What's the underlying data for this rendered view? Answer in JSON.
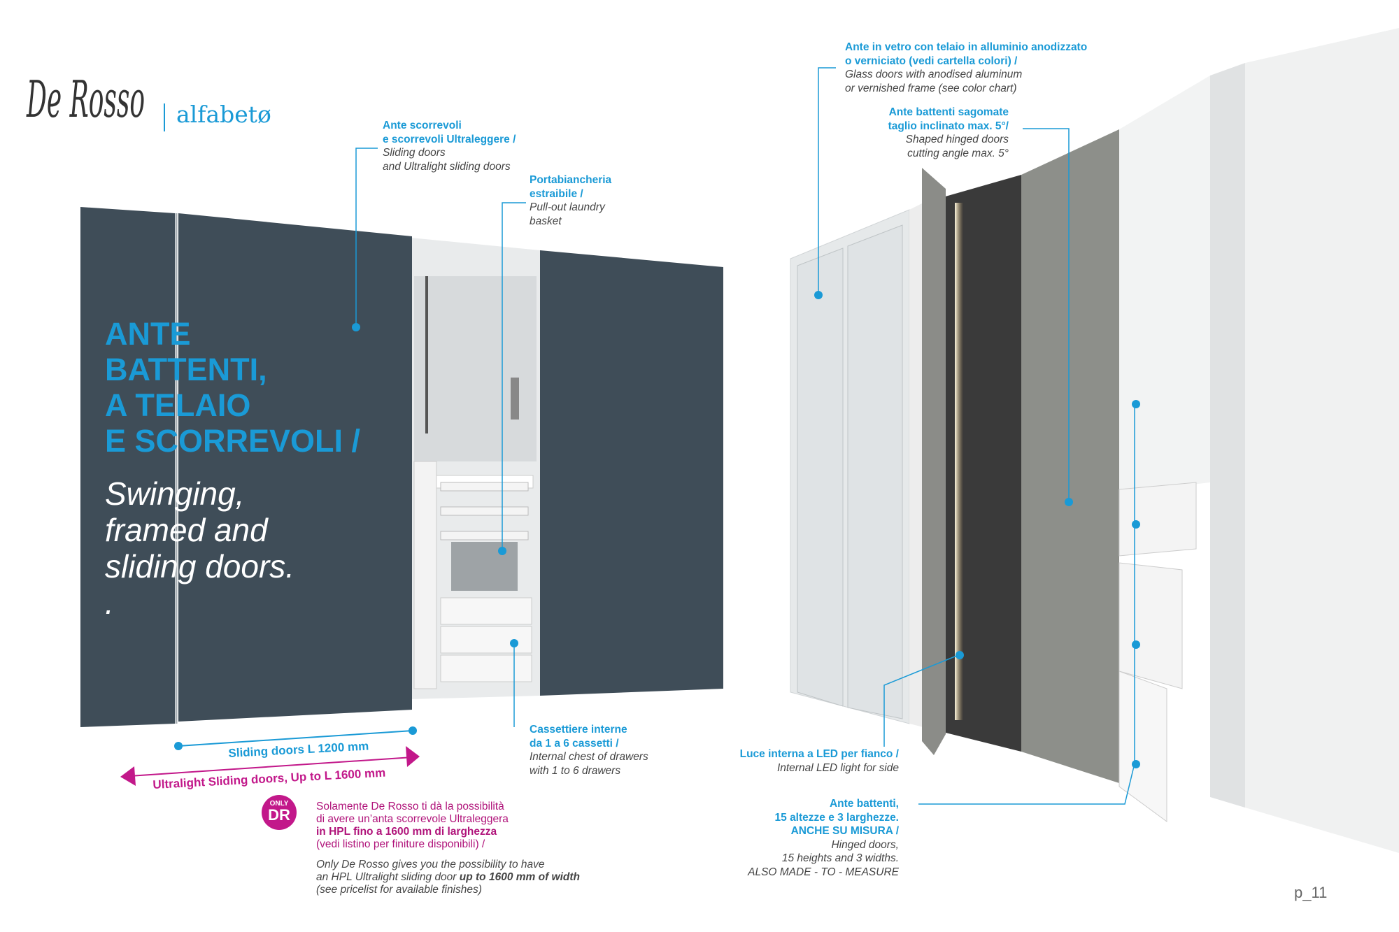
{
  "logo": {
    "script": "De Rosso",
    "brand": "alfabetø"
  },
  "title": {
    "lines": [
      "ANTE",
      "BATTENTI,",
      "A TELAIO",
      "E SCORREVOLI /"
    ],
    "sub": [
      "Swinging,",
      "framed and",
      "sliding doors.",
      "."
    ]
  },
  "annotations": {
    "sliding": {
      "it": [
        "Ante scorrevoli",
        "e scorrevoli Ultraleggere /"
      ],
      "en": [
        "Sliding doors",
        "and Ultralight sliding doors"
      ]
    },
    "basket": {
      "it": [
        "Portabiancheria",
        "estraibile /"
      ],
      "en": [
        "Pull-out laundry",
        "basket"
      ]
    },
    "drawers": {
      "it": [
        "Cassettiere interne",
        "da 1 a 6 cassetti /"
      ],
      "en": [
        "Internal chest of drawers",
        "with 1 to 6 drawers"
      ]
    },
    "glass": {
      "it": [
        "Ante in vetro con telaio in alluminio anodizzato",
        "o verniciato (vedi cartella colori) /"
      ],
      "en": [
        "Glass doors with anodised aluminum",
        "or vernished frame (see color chart)"
      ]
    },
    "shaped": {
      "it": [
        "Ante battenti sagomate",
        "taglio inclinato max. 5°/"
      ],
      "en": [
        "Shaped hinged doors",
        "cutting angle max. 5°"
      ]
    },
    "led": {
      "it": [
        "Luce interna a LED per fianco /"
      ],
      "en": [
        "Internal LED light for side"
      ]
    },
    "hinged": {
      "it": [
        "Ante battenti,",
        "15 altezze e 3 larghezze.",
        "ANCHE SU MISURA /"
      ],
      "en": [
        "Hinged doors,",
        "15 heights and 3 widths.",
        "ALSO MADE - TO - MEASURE"
      ]
    }
  },
  "dimensions": {
    "sliding": "Sliding doors L 1200 mm",
    "ultralight": "Ultralight Sliding doors, Up to L 1600 mm"
  },
  "only_dr": {
    "badge_small": "ONLY",
    "badge_large": "DR",
    "it": [
      "Solamente De Rosso ti dà la possibilità",
      "di avere un’anta scorrevole Ultraleggera"
    ],
    "it_bold": "in HPL fino a 1600 mm di larghezza",
    "it_end": "(vedi listino per finiture disponibili) /",
    "en_1": "Only De Rosso gives you the possibility to have",
    "en_2a": "an HPL Ultralight sliding door ",
    "en_2b": "up to 1600 mm of width",
    "en_3": "(see pricelist for available finishes)"
  },
  "page_number": "p_11",
  "colors": {
    "accent": "#1a9ad6",
    "magenta": "#c2188a",
    "door": "#3f4d58"
  }
}
